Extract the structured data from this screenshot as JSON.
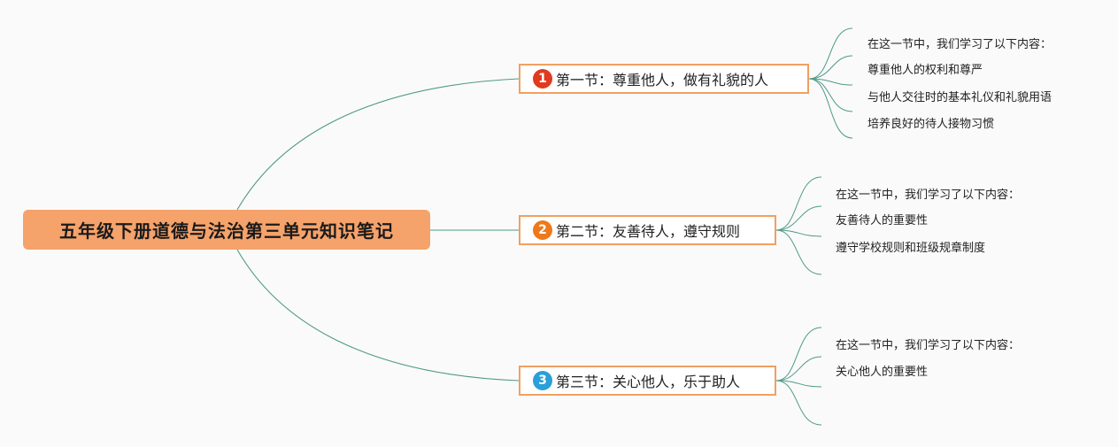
{
  "root": {
    "title": "五年级下册道德与法治第三单元知识笔记"
  },
  "sections": [
    {
      "number": "1",
      "title": "第一节：尊重他人，做有礼貌的人",
      "badge_color": "#e03a1f",
      "points": [
        "在这一节中，我们学习了以下内容：",
        "尊重他人的权利和尊严",
        "与他人交往时的基本礼仪和礼貌用语",
        "培养良好的待人接物习惯"
      ]
    },
    {
      "number": "2",
      "title": "第二节：友善待人，遵守规则",
      "badge_color": "#ec7a1c",
      "points": [
        "在这一节中，我们学习了以下内容：",
        "友善待人的重要性",
        "遵守学校规则和班级规章制度"
      ]
    },
    {
      "number": "3",
      "title": "第三节：关心他人，乐于助人",
      "badge_color": "#2a9fd8",
      "points": [
        "在这一节中，我们学习了以下内容：",
        "关心他人的重要性"
      ]
    }
  ],
  "colors": {
    "connector": "#4f9a86",
    "root_fill": "#f5a26b",
    "section_border": "#f0a062"
  }
}
